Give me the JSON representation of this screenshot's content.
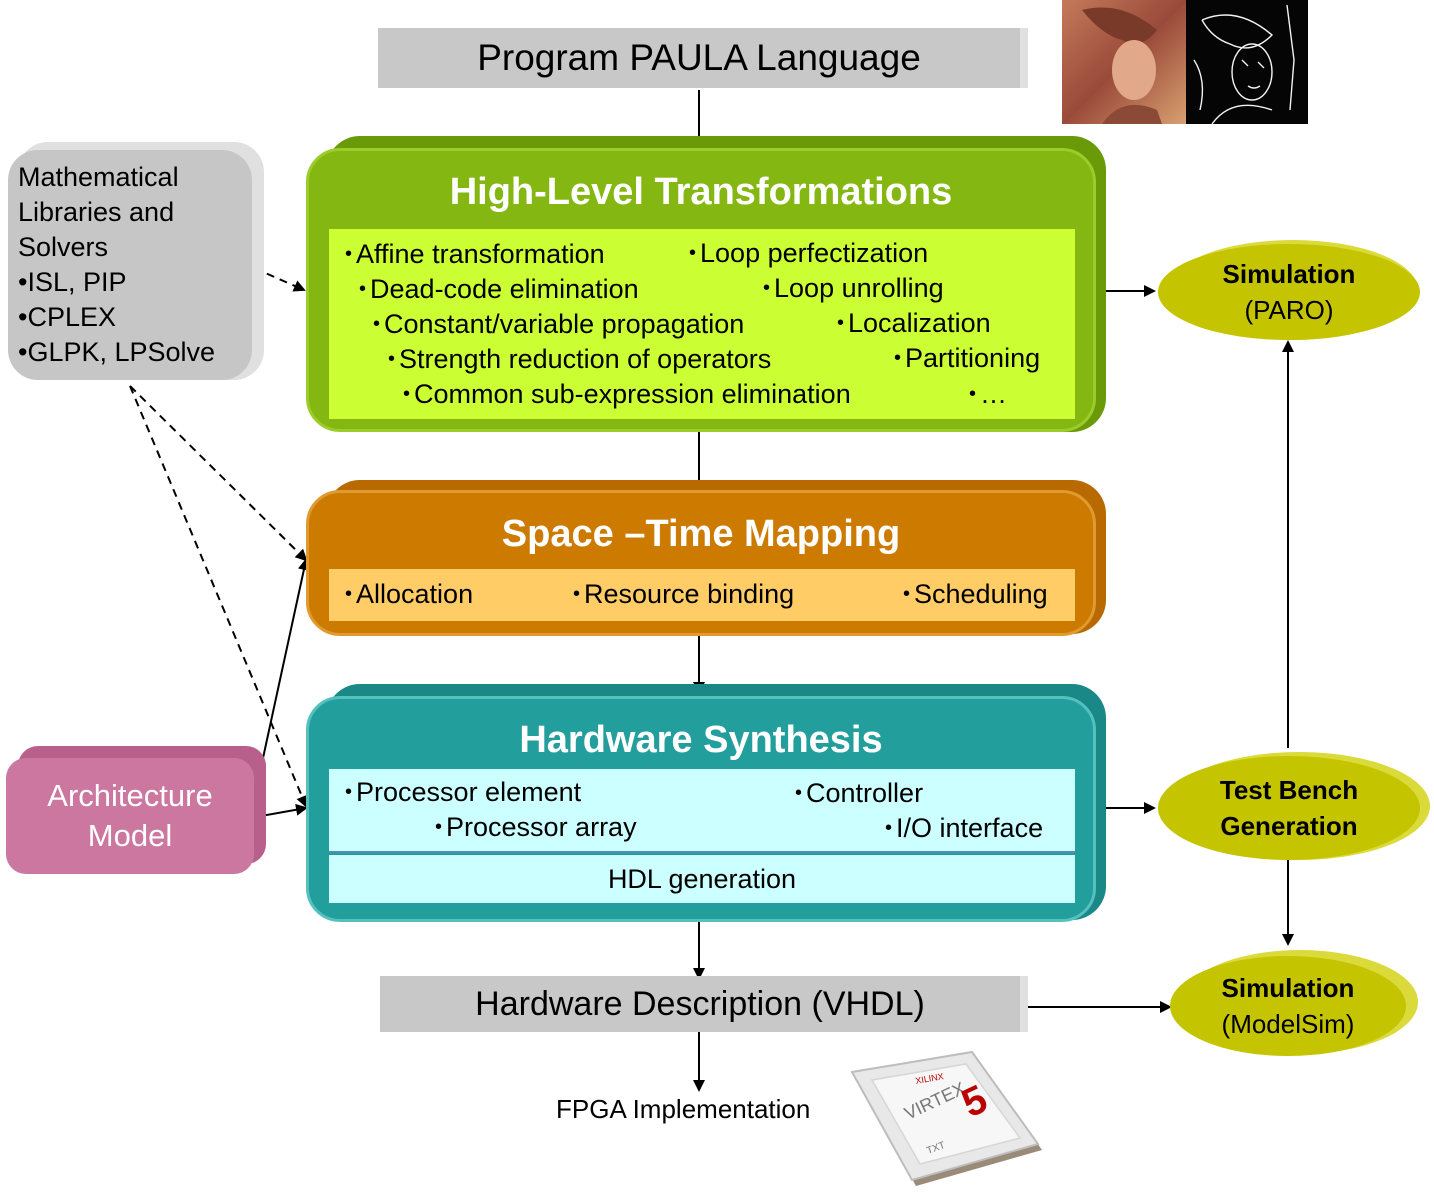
{
  "top_bar": {
    "label": "Program PAULA Language"
  },
  "bottom_bar": {
    "label": "Hardware Description (VHDL)"
  },
  "fpga": {
    "label": "FPGA Implementation"
  },
  "libraries": {
    "lines": [
      "Mathematical",
      "Libraries and",
      "Solvers"
    ],
    "items": [
      "ISL, PIP",
      "CPLEX",
      "GLPK, LPSolve"
    ]
  },
  "architecture": {
    "line1": "Architecture",
    "line2": "Model"
  },
  "hlt": {
    "title": "High-Level Transformations",
    "items": [
      "Affine transformation",
      "Loop perfectization",
      "Dead-code elimination",
      "Loop unrolling",
      "Constant/variable propagation",
      "Localization",
      "Strength reduction of operators",
      "Partitioning",
      "Common sub-expression elimination",
      "…"
    ],
    "color": "#7fb20a"
  },
  "stm": {
    "title": "Space –Time Mapping",
    "items": [
      "Allocation",
      "Resource binding",
      "Scheduling"
    ],
    "color": "#c87400"
  },
  "hws": {
    "title": "Hardware Synthesis",
    "items": [
      "Processor element",
      "Controller",
      "Processor array",
      "I/O interface"
    ],
    "hdl": "HDL generation",
    "color": "#219a98"
  },
  "sim_paro": {
    "line1": "Simulation",
    "line2": "(PARO)"
  },
  "testbench": {
    "line1": "Test Bench",
    "line2": "Generation"
  },
  "sim_modelsim": {
    "line1": "Simulation",
    "line2": "(ModelSim)"
  },
  "chip": {
    "brand": "XILINX",
    "name": "VIRTEX",
    "number": "5",
    "suffix": "TXT"
  }
}
